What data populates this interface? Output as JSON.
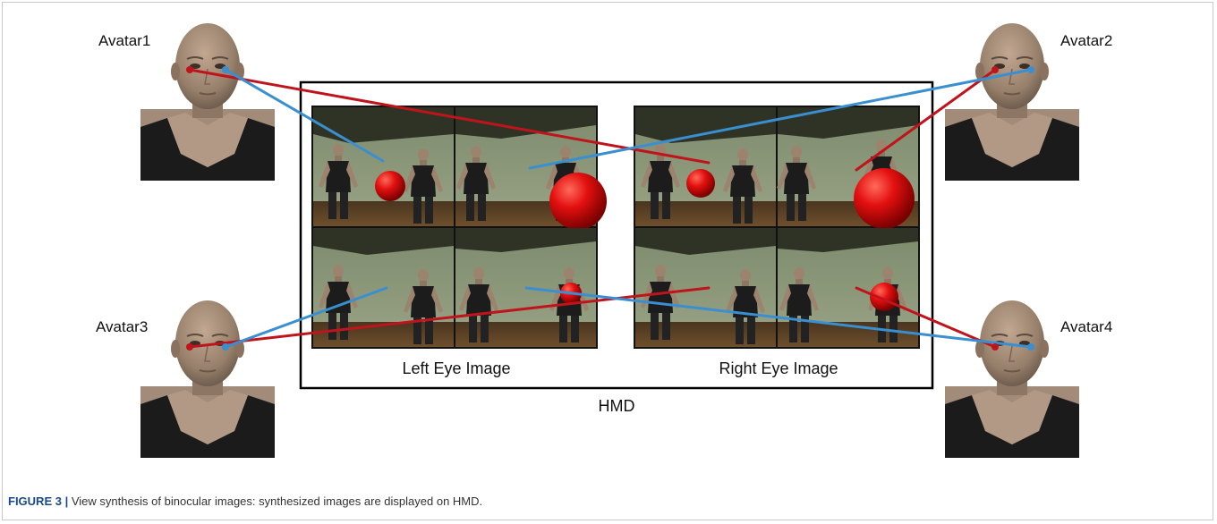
{
  "figure": {
    "avatars": [
      {
        "id": "avatar1",
        "label": "Avatar1"
      },
      {
        "id": "avatar2",
        "label": "Avatar2"
      },
      {
        "id": "avatar3",
        "label": "Avatar3"
      },
      {
        "id": "avatar4",
        "label": "Avatar4"
      }
    ],
    "left_eye_label": "Left Eye Image",
    "right_eye_label": "Right Eye Image",
    "hmd_label": "HMD",
    "colors": {
      "left_eye_ray": "#c0141c",
      "right_eye_ray": "#3a8fd0",
      "scene_floor": "#5b3f22",
      "scene_wall": "#8a9478",
      "sphere": "#e01010",
      "skin": "#a08772",
      "shirt": "#1c1c1c"
    }
  },
  "caption": {
    "label": "FIGURE 3 |",
    "text": " View synthesis of binocular images: synthesized images are displayed on HMD."
  }
}
